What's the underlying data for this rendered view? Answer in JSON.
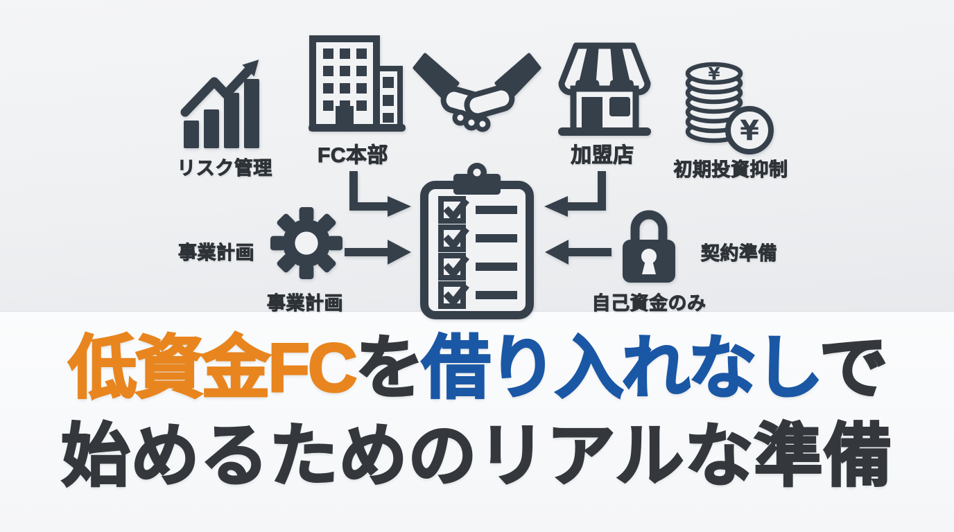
{
  "page": {
    "type": "franchise-preparation-infographic"
  },
  "colors": {
    "icon_ink": "#36404B",
    "label_ink": "#2E3338",
    "title_orange": "#E8851E",
    "title_blue": "#1A57A5",
    "title_dark": "#34383D",
    "bg_top": "#F2F3F5",
    "bg_top_deep": "#E7E9EC",
    "bg_bottom": "#FBFCFD"
  },
  "diagram": {
    "labels": {
      "risk": "リスク管理",
      "hq": "FC本部",
      "franchisee": "加盟店",
      "initial_investment": "初期投資抑制",
      "business_plan_left": "事業計画",
      "business_plan_center": "事業計画",
      "contract": "契約準備",
      "self_funding": "自己資金のみ"
    },
    "icons": {
      "growth_chart": "growth-chart-icon",
      "headquarters_building": "building-icon",
      "handshake": "handshake-icon",
      "storefront": "storefront-icon",
      "yen_coins": "yen-coins-icon",
      "gear": "gear-icon",
      "checklist_clipboard": "checklist-clipboard-icon",
      "padlock": "padlock-icon"
    },
    "coin_symbol": "¥",
    "arrows": [
      "hq-to-checklist",
      "franchisee-to-checklist",
      "business-plan-to-checklist",
      "padlock-to-checklist"
    ]
  },
  "title": {
    "segments": [
      {
        "text": "低資金FC",
        "color": "#E8851E"
      },
      {
        "text": "を",
        "color": "#34383D"
      },
      {
        "text": "借り入れなし",
        "color": "#1A57A5"
      },
      {
        "text": "で",
        "color": "#34383D"
      },
      {
        "text": "始めるためのリアルな準備",
        "color": "#34383D"
      }
    ],
    "full_text": "低資金FCを借り入れなしで始めるためのリアルな準備"
  }
}
